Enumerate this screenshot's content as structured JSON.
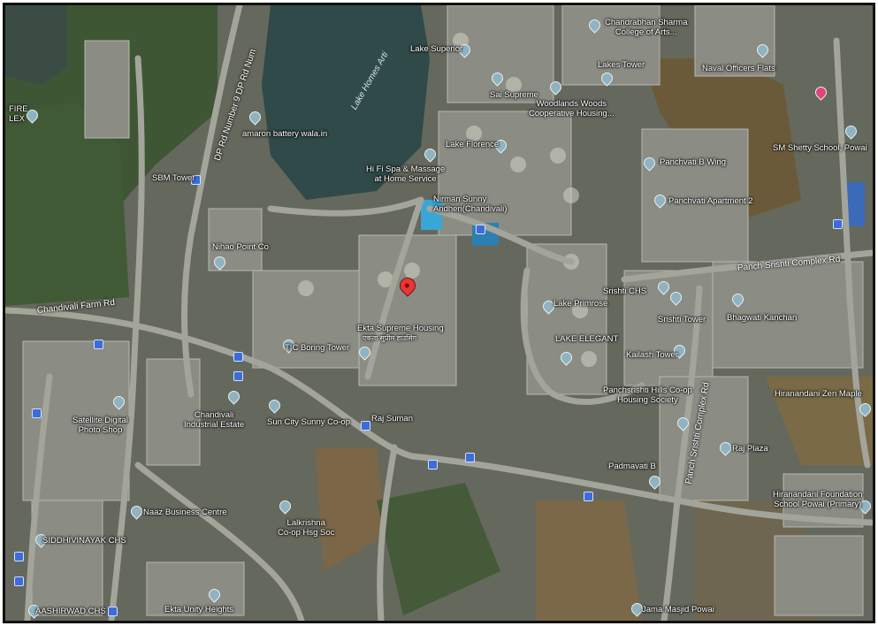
{
  "map": {
    "colors": {
      "water": "#2f4c4a",
      "vegetation": "#3f5a34",
      "built": "#8a8a80",
      "road": "#9d9f96",
      "marker": "#e53935"
    },
    "roads": {
      "chandivali_farm_rd": "Chandivali Farm Rd",
      "dp_rd": "DP Rd Number 9 DP Rd Num",
      "panch_srishti": "Panch Srishti Complex Rd",
      "main_st": "Panch Srishti Complex Rd"
    },
    "water_label": "Lake Homes Arti",
    "places": [
      {
        "id": "fire-flex",
        "name": "FIRE\nLEX",
        "sub": ""
      },
      {
        "id": "battery",
        "name": "amaron battery wala.in",
        "sub": ""
      },
      {
        "id": "sbm",
        "name": "SBM Tower",
        "sub": ""
      },
      {
        "id": "hifi",
        "name": "Hi Fi Spa & Massage\nat Home Service",
        "sub": ""
      },
      {
        "id": "lake-superior",
        "name": "Lake Superior",
        "sub": ""
      },
      {
        "id": "sai-supreme",
        "name": "Sai Supreme",
        "sub": ""
      },
      {
        "id": "woods",
        "name": "Woodlands Woods\nCooperative Housing...",
        "sub": ""
      },
      {
        "id": "lake-florence",
        "name": "Lake Florence",
        "sub": ""
      },
      {
        "id": "chandrabhan",
        "name": "Chandrabhan Sharma\nCollege of Arts...",
        "sub": ""
      },
      {
        "id": "lakes-tower",
        "name": "Lakes Tower",
        "sub": ""
      },
      {
        "id": "naval",
        "name": "Naval Officers Flats",
        "sub": ""
      },
      {
        "id": "sm-shetty",
        "name": "SM Shetty School, Powai",
        "sub": ""
      },
      {
        "id": "panchvati-b",
        "name": "Panchvati B Wing",
        "sub": ""
      },
      {
        "id": "panchvati-2",
        "name": "Panchvati Apartment 2",
        "sub": ""
      },
      {
        "id": "nirman",
        "name": "Nirman Sunny\nAndheri(Chandivali)",
        "sub": ""
      },
      {
        "id": "nihao",
        "name": "Nihao Point Co",
        "sub": ""
      },
      {
        "id": "ekta",
        "name": "Ekta Supreme Housing",
        "sub": "एकता सुप्रीम हाउसिंग"
      },
      {
        "id": "tic",
        "name": "TIC Boring Tower",
        "sub": ""
      },
      {
        "id": "lake-primrose",
        "name": "Lake Primrose",
        "sub": ""
      },
      {
        "id": "lake-elegant",
        "name": "LAKE ELEGANT",
        "sub": ""
      },
      {
        "id": "srishti-chs",
        "name": "Srishti CHS",
        "sub": ""
      },
      {
        "id": "srishti-tower",
        "name": "Srishti Tower",
        "sub": ""
      },
      {
        "id": "bhagwati",
        "name": "Bhagwati Kanchan",
        "sub": ""
      },
      {
        "id": "kailash",
        "name": "Kailash Tower",
        "sub": ""
      },
      {
        "id": "hiranandani-zen",
        "name": "Hiranandani Zen Maple",
        "sub": ""
      },
      {
        "id": "satellite",
        "name": "Satellite Digital\nPhoto Shop",
        "sub": ""
      },
      {
        "id": "chandivali-ind",
        "name": "Chandivali\nIndustrial Estate",
        "sub": ""
      },
      {
        "id": "sun-city",
        "name": "Sun City Sunny Co-op",
        "sub": ""
      },
      {
        "id": "raj-suman",
        "name": "Raj Suman",
        "sub": ""
      },
      {
        "id": "panchsrishti-hills",
        "name": "Panchsrishti Hills Co-op\nHousing Society",
        "sub": ""
      },
      {
        "id": "padmavati",
        "name": "Padmavati B",
        "sub": ""
      },
      {
        "id": "raj-plaza",
        "name": "Raj Plaza",
        "sub": ""
      },
      {
        "id": "hiranandani-found",
        "name": "Hiranandani Foundation\nSchool Powai (Primary)",
        "sub": ""
      },
      {
        "id": "naaz",
        "name": "Naaz Business Centre",
        "sub": ""
      },
      {
        "id": "vinayak",
        "name": "SIDDHIVINAYAK CHS",
        "sub": ""
      },
      {
        "id": "ashirwad",
        "name": "AASHIRWAD CHS",
        "sub": ""
      },
      {
        "id": "lalkrishna",
        "name": "Lalkrishna\nCo-op Hsg Soc",
        "sub": ""
      },
      {
        "id": "ekta-unity",
        "name": "Ekta Unity Heights",
        "sub": ""
      },
      {
        "id": "jama-masjid",
        "name": "Jama Masjid Powai",
        "sub": ""
      }
    ]
  }
}
